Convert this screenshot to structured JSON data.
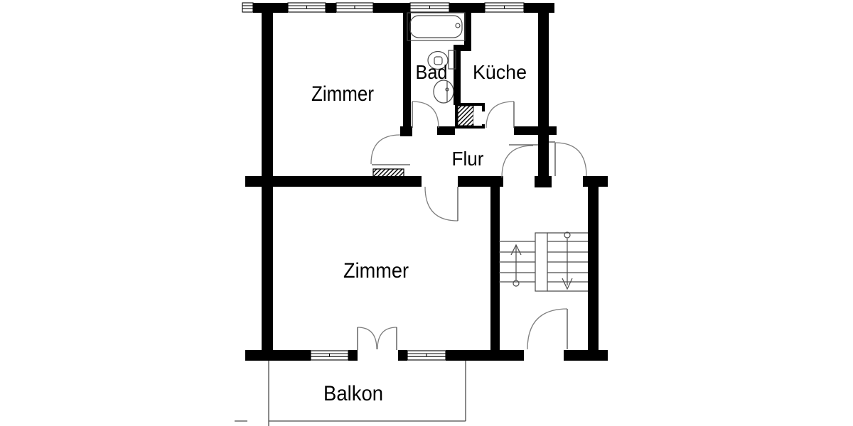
{
  "drawing": {
    "type": "apartment-floor-plan",
    "labels": {
      "room_top": "Zimmer",
      "bathroom": "Bad",
      "kitchen": "Küche",
      "hallway": "Flur",
      "room_bottom": "Zimmer",
      "balcony": "Balkon"
    },
    "colors": {
      "wall": "#000000",
      "background": "#ffffff",
      "thin_line": "#4a4a4a",
      "door_arc": "#808080"
    },
    "features": {
      "stairs_direction_up_icon": "up-arrow",
      "stairs_direction_down_icon": "down-arrow",
      "bath_fixtures": [
        "bathtub",
        "toilet",
        "sink"
      ],
      "chimney": "hatched-flue-block"
    }
  }
}
